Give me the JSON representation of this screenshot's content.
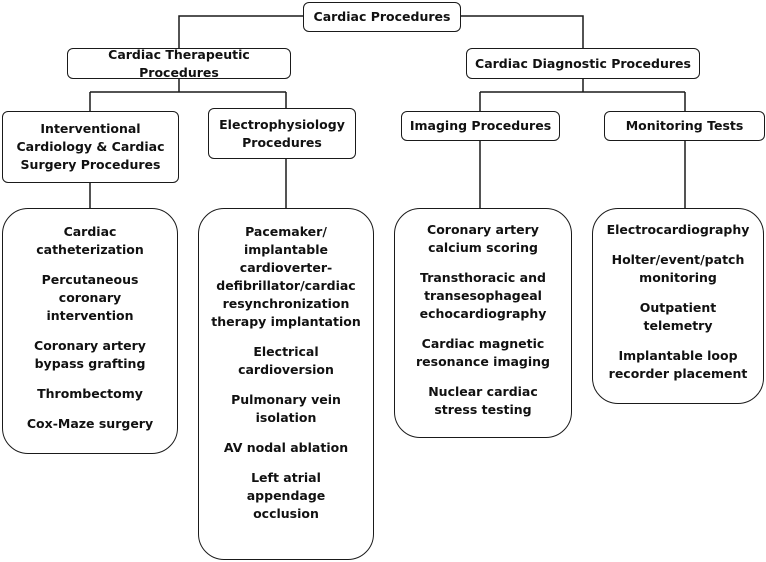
{
  "root": {
    "label": "Cardiac Procedures"
  },
  "therapeutic": {
    "label": "Cardiac Therapeutic Procedures",
    "interventional": {
      "label": "Interventional Cardiology & Cardiac Surgery Procedures",
      "items": [
        "Cardiac catheterization",
        "Percutaneous coronary intervention",
        "Coronary artery bypass grafting",
        "Thrombectomy",
        "Cox-Maze surgery"
      ]
    },
    "electrophysiology": {
      "label": "Electrophysiology Procedures",
      "items": [
        "Pacemaker/ implantable cardioverter-defibrillator/cardiac resynchronization therapy implantation",
        "Electrical cardioversion",
        "Pulmonary vein isolation",
        "AV nodal ablation",
        "Left atrial appendage occlusion"
      ]
    }
  },
  "diagnostic": {
    "label": "Cardiac Diagnostic Procedures",
    "imaging": {
      "label": "Imaging Procedures",
      "items": [
        "Coronary artery calcium scoring",
        "Transthoracic and transesophageal echocardiography",
        "Cardiac magnetic resonance imaging",
        "Nuclear cardiac stress testing"
      ]
    },
    "monitoring": {
      "label": "Monitoring Tests",
      "items": [
        "Electrocardiography",
        "Holter/event/patch monitoring",
        "Outpatient telemetry",
        "Implantable loop recorder placement"
      ]
    }
  }
}
